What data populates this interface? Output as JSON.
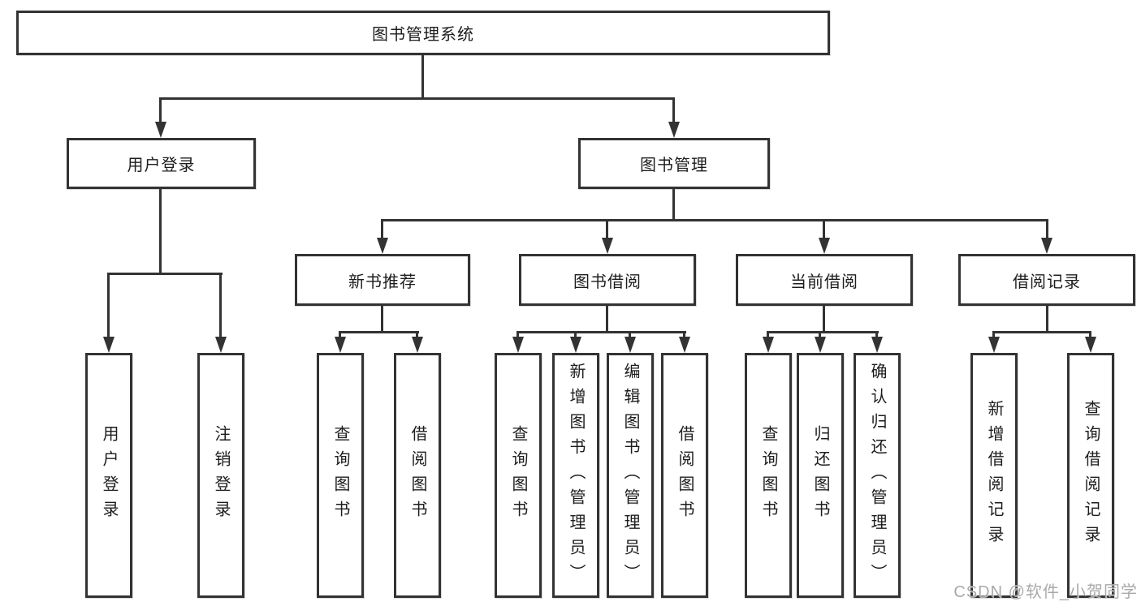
{
  "colors": {
    "line": "#333333",
    "box_border": "#333333",
    "box_fill": "#ffffff",
    "text": "#1d1d1d",
    "watermark": "#a9a9a9",
    "background": "#ffffff"
  },
  "tree": {
    "root": "图书管理系统",
    "branches": [
      {
        "label": "用户登录",
        "children": [
          "用户登录",
          "注销登录"
        ]
      },
      {
        "label": "图书管理",
        "children": [
          {
            "label": "新书推荐",
            "children": [
              "查询图书",
              "借阅图书"
            ]
          },
          {
            "label": "图书借阅",
            "children": [
              "查询图书",
              "新增图书（管理员）",
              "编辑图书（管理员）",
              "借阅图书"
            ]
          },
          {
            "label": "当前借阅",
            "children": [
              "查询图书",
              "归还图书",
              "确认归还（管理员）"
            ]
          },
          {
            "label": "借阅记录",
            "children": [
              "新增借阅记录",
              "查询借阅记录"
            ]
          }
        ]
      }
    ]
  },
  "watermark": {
    "text": "CSDN @软件_小贺同学"
  }
}
